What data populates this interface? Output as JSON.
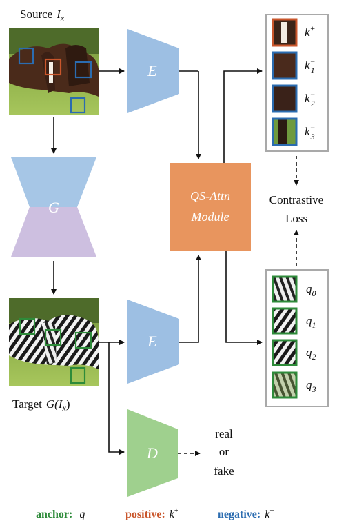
{
  "source": {
    "label": "Source",
    "var": "I",
    "sub": "x"
  },
  "target": {
    "label": "Target",
    "expr": "G(",
    "var": "I",
    "sub": "x",
    "close": ")"
  },
  "generator": {
    "label": "G"
  },
  "encoder": {
    "label": "E"
  },
  "discriminator": {
    "label": "D"
  },
  "qs_module": {
    "line1": "QS-Attn",
    "line2": "Module"
  },
  "contrastive": {
    "line1": "Contrastive",
    "line2": "Loss"
  },
  "disc_output": {
    "line1": "real",
    "line2": "or",
    "line3": "fake"
  },
  "keys": [
    {
      "base": "k",
      "sup": "+",
      "sub": ""
    },
    {
      "base": "k",
      "sup": "−",
      "sub": "1"
    },
    {
      "base": "k",
      "sup": "−",
      "sub": "2"
    },
    {
      "base": "k",
      "sup": "−",
      "sub": "3"
    }
  ],
  "queries": [
    {
      "base": "q",
      "sub": "0"
    },
    {
      "base": "q",
      "sub": "1"
    },
    {
      "base": "q",
      "sub": "2"
    },
    {
      "base": "q",
      "sub": "3"
    }
  ],
  "legend": {
    "anchor_label": "anchor:",
    "anchor_var": "q",
    "positive_label": "positive:",
    "positive_base": "k",
    "positive_sup": "+",
    "negative_label": "negative:",
    "negative_base": "k",
    "negative_sup": "−"
  },
  "colors": {
    "encoder": "#9dbfe3",
    "generator_top": "#a6c6e6",
    "generator_bottom": "#cdbfe0",
    "discriminator": "#9fd08e",
    "module": "#e8955e",
    "anchor": "#2e8b3a",
    "positive": "#c9562b",
    "negative": "#2b6cb0",
    "panel_border": "#a9a9a9"
  }
}
